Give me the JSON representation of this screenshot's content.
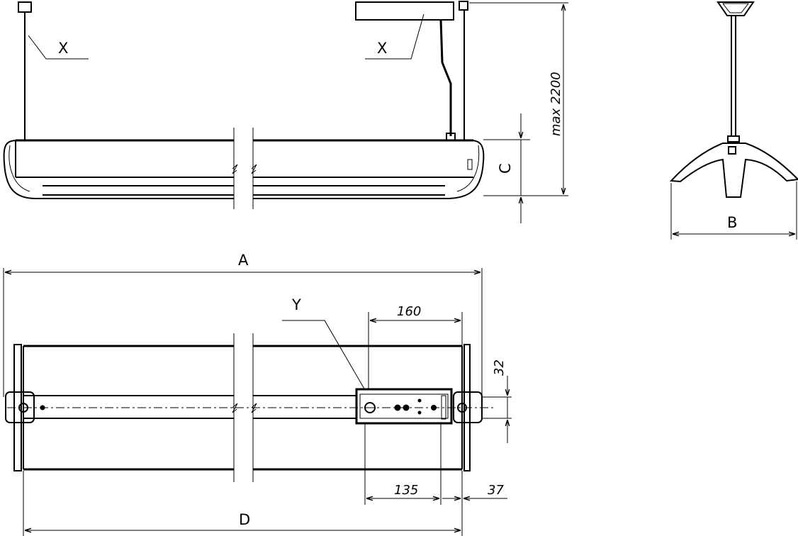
{
  "labels": {
    "x_left": "X",
    "x_right": "X",
    "max_height": "max 2200",
    "c": "C",
    "b": "B",
    "a": "A",
    "y": "Y",
    "d": "D",
    "dim_160": "160",
    "dim_135": "135",
    "dim_37": "37",
    "dim_32": "32"
  }
}
